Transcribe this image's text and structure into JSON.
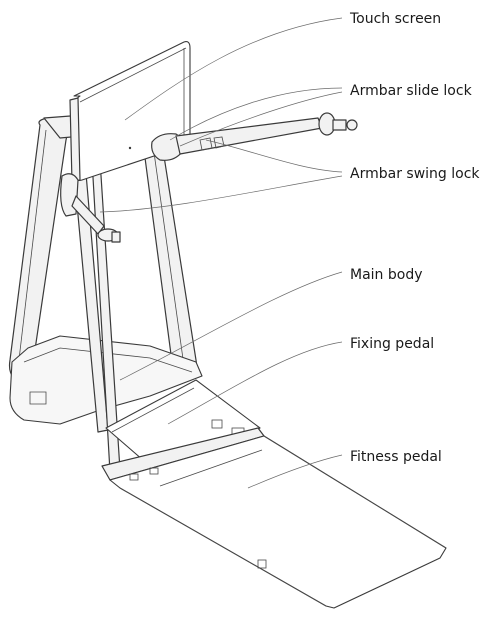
{
  "labels": {
    "touch_screen": "Touch screen",
    "armbar_slide_lock": "Armbar slide lock",
    "armbar_swing_lock": "Armbar swing lock",
    "main_body": "Main body",
    "fixing_pedal": "Fixing pedal",
    "fitness_pedal": "Fitness pedal"
  }
}
